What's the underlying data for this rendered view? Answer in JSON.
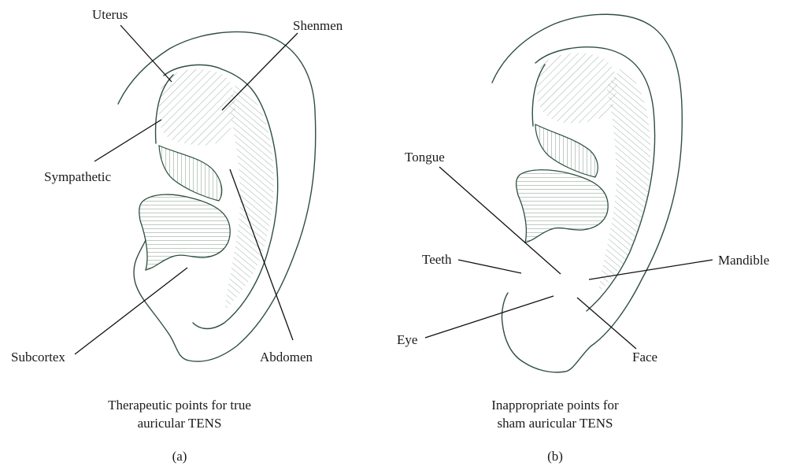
{
  "panels": [
    {
      "caption_line1": "Therapeutic points for true",
      "caption_line2": "auricular TENS",
      "tag": "(a)",
      "labels": {
        "uterus": "Uterus",
        "shenmen": "Shenmen",
        "sympathetic": "Sympathetic",
        "subcortex": "Subcortex",
        "abdomen": "Abdomen"
      }
    },
    {
      "caption_line1": "Inappropriate points for",
      "caption_line2": "sham auricular TENS",
      "tag": "(b)",
      "labels": {
        "tongue": "Tongue",
        "teeth": "Teeth",
        "mandible": "Mandible",
        "eye": "Eye",
        "face": "Face"
      }
    }
  ],
  "colors": {
    "ear_outline": "#2f4f3f",
    "hatch": "#7f9a8a",
    "text": "#1a1a1a"
  }
}
